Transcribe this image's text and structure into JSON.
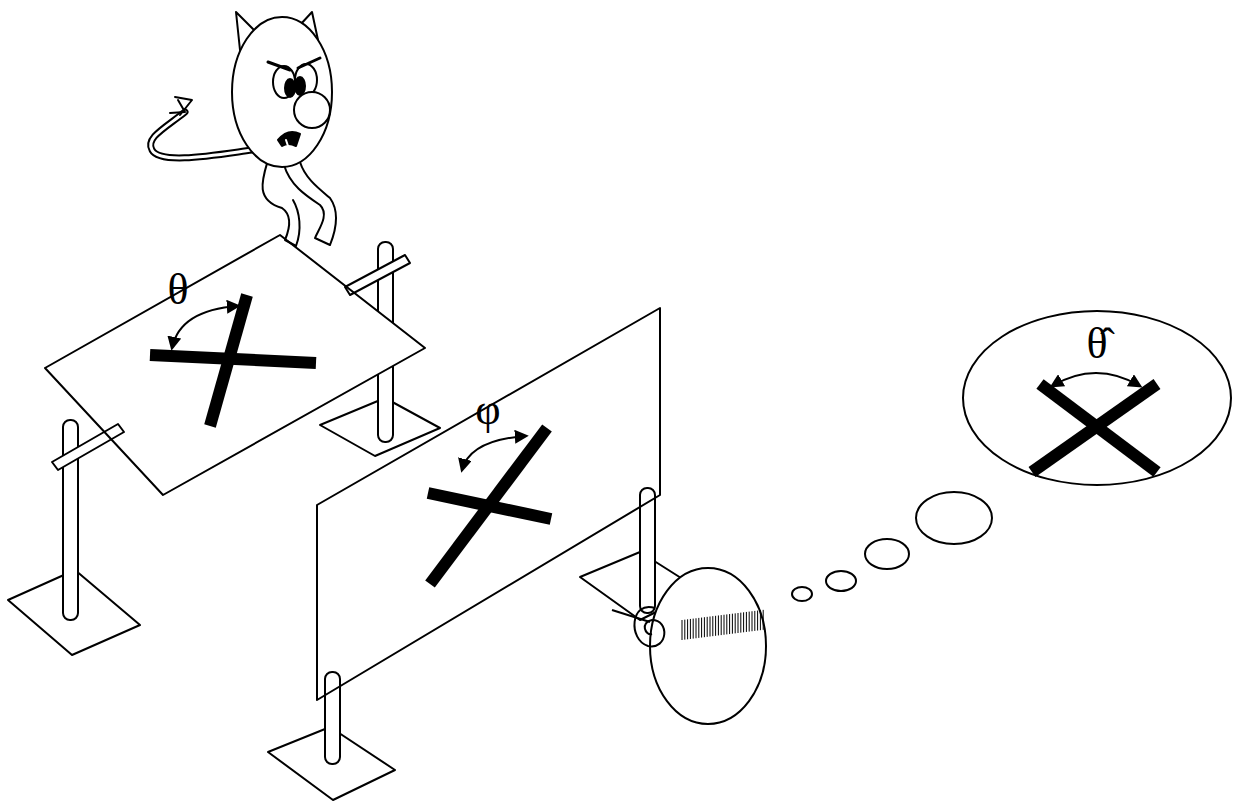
{
  "diagram": {
    "nodes": [
      {
        "text": [
          "θ"
        ]
      },
      {
        "text": [
          "φ"
        ]
      },
      {
        "text": [
          "θ̂"
        ]
      }
    ]
  }
}
